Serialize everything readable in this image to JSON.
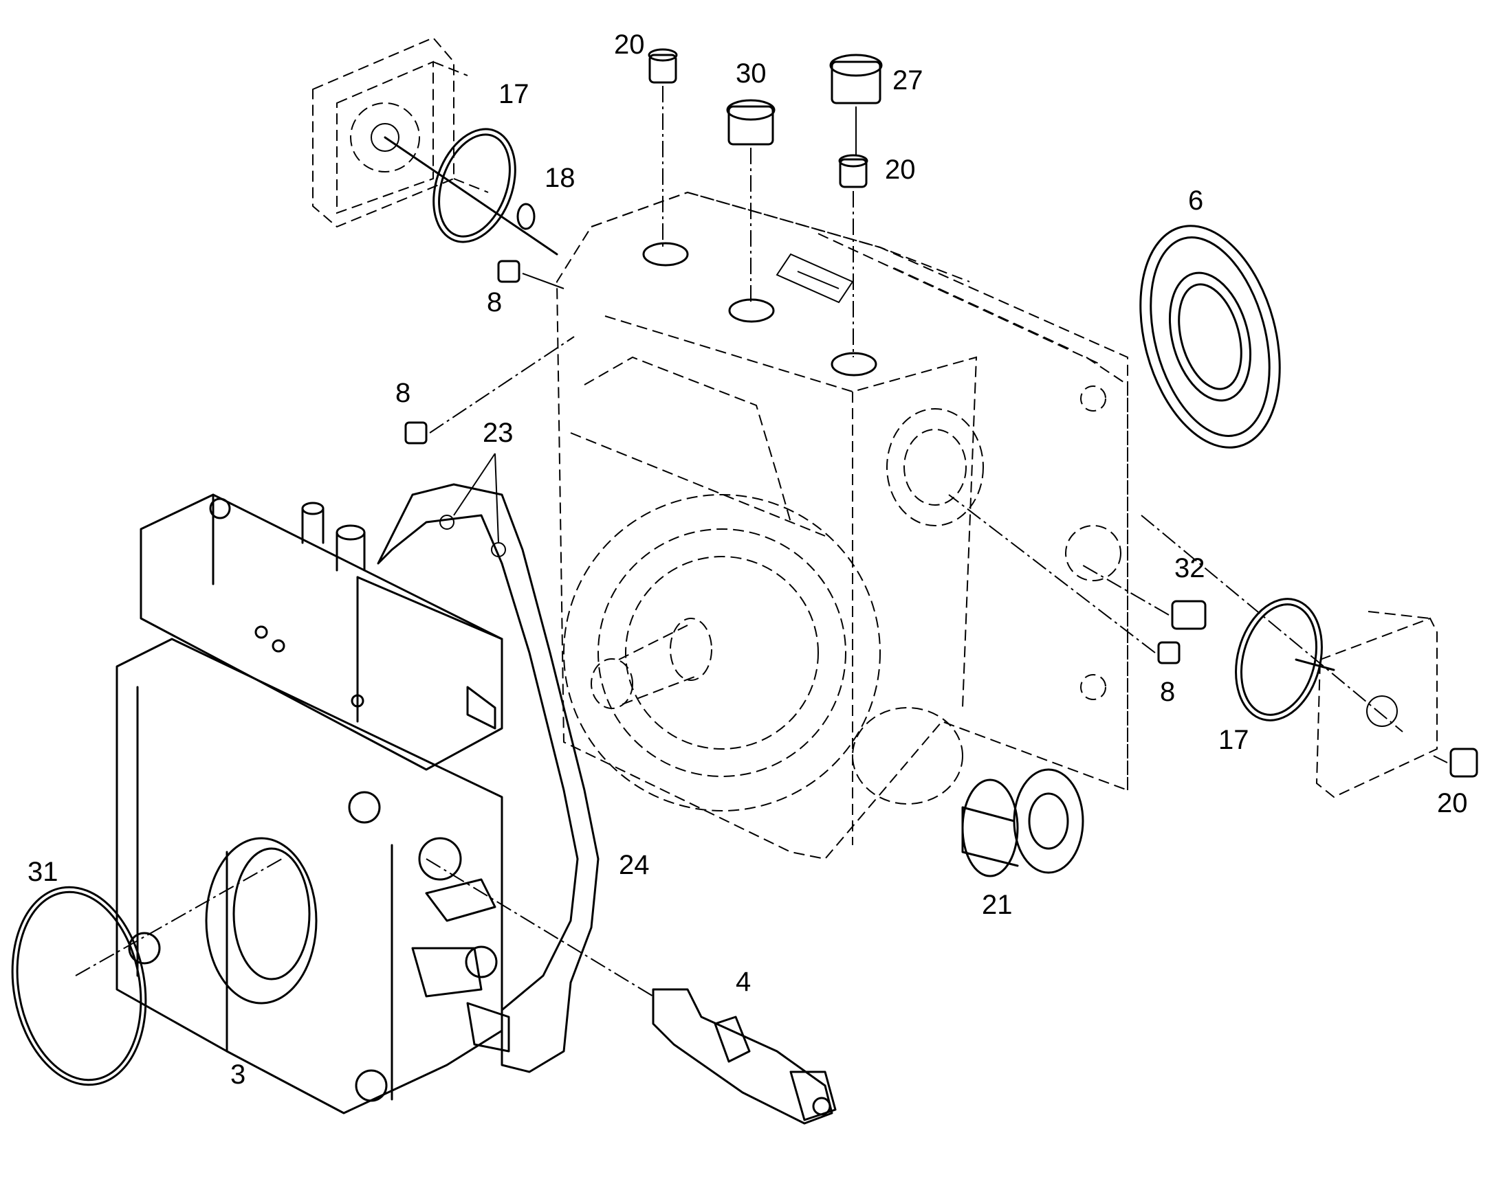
{
  "callouts": {
    "c20_top_left": "20",
    "c30": "30",
    "c27": "27",
    "c20_top_right": "20",
    "c17_top": "17",
    "c18": "18",
    "c6": "6",
    "c8_upper": "8",
    "c8_mid": "8",
    "c23": "23",
    "c32": "32",
    "c8_right": "8",
    "c17_right": "17",
    "c20_right": "20",
    "c21": "21",
    "c24": "24",
    "c31": "31",
    "c4": "4",
    "c3": "3"
  }
}
